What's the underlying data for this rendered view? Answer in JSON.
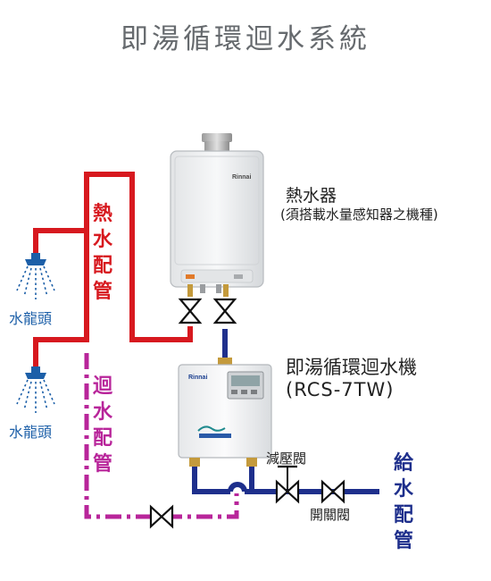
{
  "title": "即湯循環迴水系統",
  "heater": {
    "name": "熱水器",
    "note": "(須搭載水量感知器之機種)",
    "brand": "Rinnai"
  },
  "pump": {
    "name": "即湯循環迴水機",
    "model": "(RCS-7TW)",
    "brand": "Rinnai"
  },
  "pipes": {
    "hot": "熱水配管",
    "return": "迴水配管",
    "supply": "給水配管"
  },
  "faucets": [
    "水龍頭",
    "水龍頭"
  ],
  "valves": {
    "reducing": "減壓閥",
    "switch": "開關閥"
  },
  "colors": {
    "hot": "#d7191f",
    "return": "#b8259a",
    "supply": "#1e2f8c",
    "faucet": "#1c5fa8",
    "title": "#666a6e"
  }
}
